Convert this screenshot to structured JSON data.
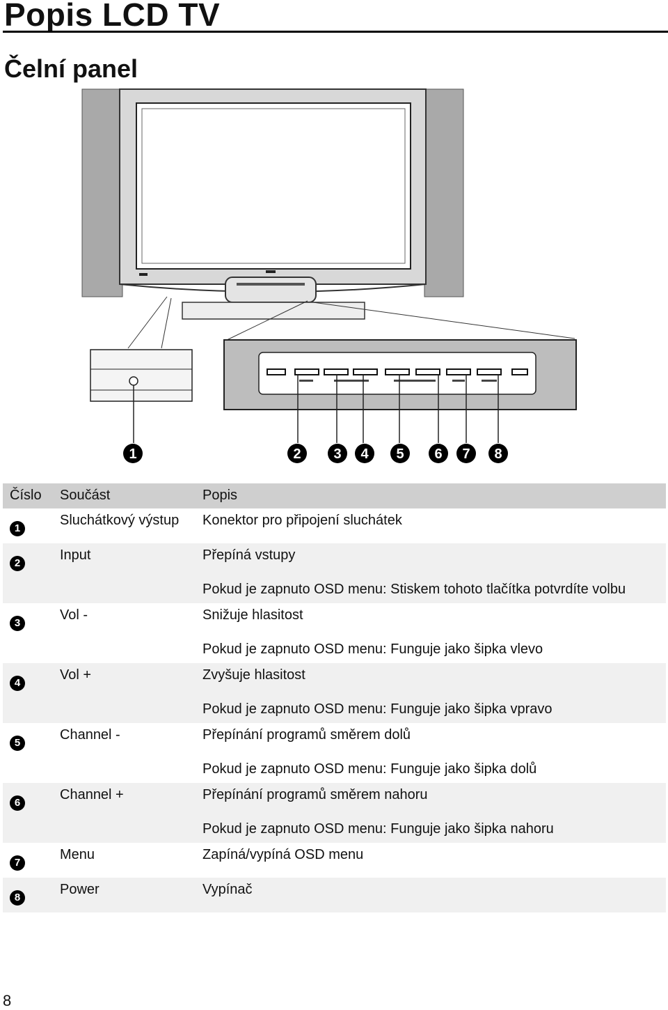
{
  "page_title": "Popis LCD TV",
  "section_title": "Čelní panel",
  "diagram": {
    "callouts": [
      "1",
      "2",
      "3",
      "4",
      "5",
      "6",
      "7",
      "8"
    ]
  },
  "table": {
    "headers": [
      "Číslo",
      "Součást",
      "Popis"
    ],
    "rows": [
      {
        "num": "1",
        "part": "Sluchátkový výstup",
        "desc": [
          "Konektor pro připojení sluchátek"
        ]
      },
      {
        "num": "2",
        "part": "Input",
        "desc": [
          "Přepíná vstupy",
          "Pokud je zapnuto OSD menu: Stiskem tohoto tlačítka potvrdíte volbu"
        ]
      },
      {
        "num": "3",
        "part": "Vol -",
        "desc": [
          "Snižuje hlasitost",
          "Pokud je zapnuto OSD menu: Funguje jako šipka vlevo"
        ]
      },
      {
        "num": "4",
        "part": "Vol +",
        "desc": [
          "Zvyšuje hlasitost",
          "Pokud je zapnuto OSD menu: Funguje jako šipka vpravo"
        ]
      },
      {
        "num": "5",
        "part": "Channel -",
        "desc": [
          "Přepínání programů směrem dolů",
          "Pokud je zapnuto OSD menu: Funguje jako šipka dolů"
        ]
      },
      {
        "num": "6",
        "part": "Channel +",
        "desc": [
          "Přepínání programů směrem nahoru",
          "Pokud je zapnuto OSD menu: Funguje jako šipka nahoru"
        ]
      },
      {
        "num": "7",
        "part": "Menu",
        "desc": [
          "Zapíná/vypíná OSD menu"
        ]
      },
      {
        "num": "8",
        "part": "Power",
        "desc": [
          "Vypínač"
        ]
      }
    ]
  },
  "page_number": "8"
}
